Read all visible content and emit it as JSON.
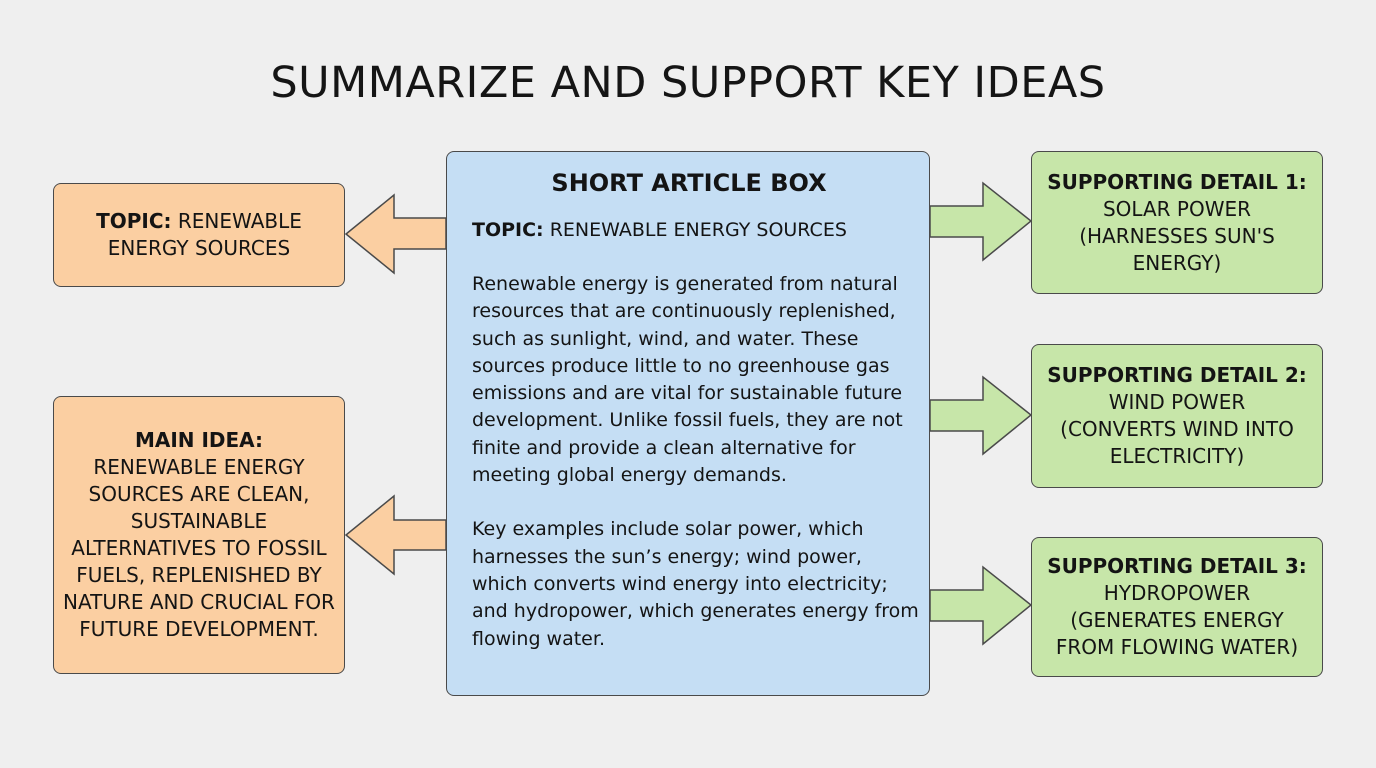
{
  "title": "SUMMARIZE AND SUPPORT KEY IDEAS",
  "topic_box": {
    "label": "TOPIC:",
    "text": "RENEWABLE ENERGY SOURCES"
  },
  "main_idea_box": {
    "label": "MAIN IDEA:",
    "text": "RENEWABLE ENERGY SOURCES ARE CLEAN, SUSTAINABLE ALTERNATIVES TO FOSSIL FUELS, REPLENISHED BY NATURE AND CRUCIAL FOR FUTURE DEVELOPMENT."
  },
  "article": {
    "heading": "SHORT ARTICLE BOX",
    "topic_label": "TOPIC:",
    "topic_text": "RENEWABLE ENERGY SOURCES",
    "paragraph1": "Renewable energy is generated from natural resources that are continuously replenished, such as sunlight, wind, and water. These sources produce little to no greenhouse gas emissions and are vital for sustainable future development. Unlike fossil fuels, they are not finite and provide a clean alternative for meeting global energy demands.",
    "paragraph2": "Key examples include solar power, which harnesses the sun’s energy; wind power, which converts wind energy into electricity; and hydropower, which generates energy from flowing water."
  },
  "details": [
    {
      "label": "SUPPORTING DETAIL 1:",
      "line1": "SOLAR POWER",
      "line2": "(HARNESSES SUN'S ENERGY)"
    },
    {
      "label": "SUPPORTING DETAIL 2:",
      "line1": "WIND POWER",
      "line2": "(CONVERTS WIND INTO ELECTRICITY)"
    },
    {
      "label": "SUPPORTING DETAIL 3:",
      "line1": "HYDROPOWER",
      "line2": "(GENERATES ENERGY FROM FLOWING WATER)"
    }
  ],
  "colors": {
    "orange": "#fbcfa2",
    "green": "#c7e6a9",
    "blue": "#c5def4",
    "border": "#4a4a4a"
  }
}
